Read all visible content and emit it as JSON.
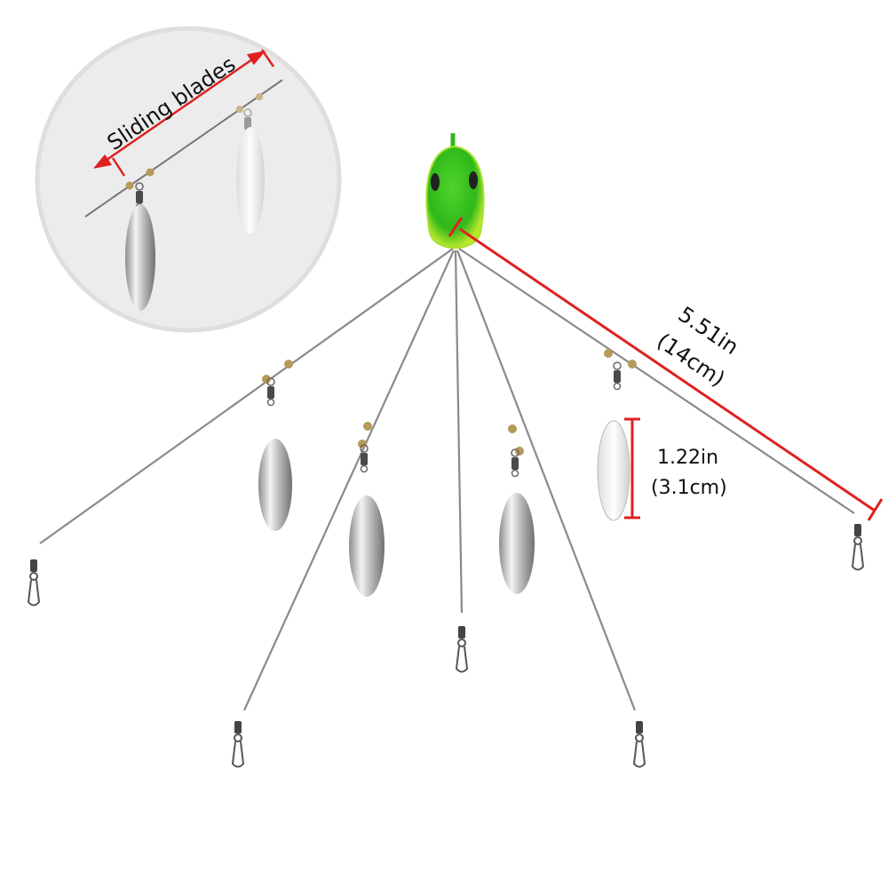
{
  "inset": {
    "label": "Sliding blades"
  },
  "measurements": {
    "arm_length": {
      "imperial": "5.51in",
      "metric": "(14cm)"
    },
    "blade_length": {
      "imperial": "1.22in",
      "metric": "(3.1cm)"
    }
  },
  "colors": {
    "measure": "#e02020",
    "head_green": "#3cc21e",
    "head_yellow": "#b8e82a",
    "wire": "#8a8a8a",
    "inset_bg": "#ececec"
  }
}
